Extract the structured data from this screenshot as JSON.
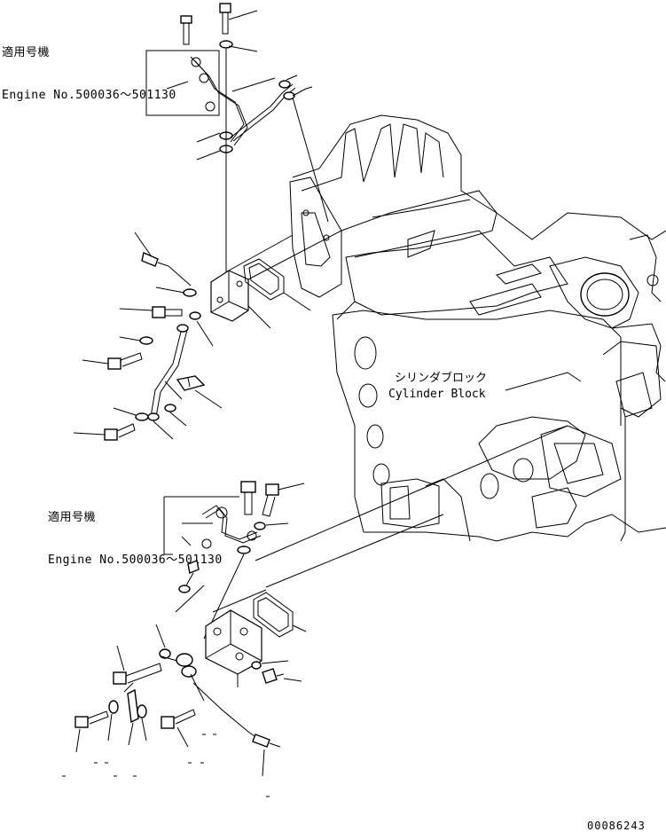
{
  "notes": {
    "top": {
      "title_jp": "適用号機",
      "engine_range": "Engine No.500036～501130"
    },
    "middle": {
      "title_jp": "適用号機",
      "engine_range": "Engine No.500036～501130"
    }
  },
  "block_label": {
    "jp": "シリンダブロック",
    "en": "Cylinder Block"
  },
  "drawing_number": "00086243"
}
